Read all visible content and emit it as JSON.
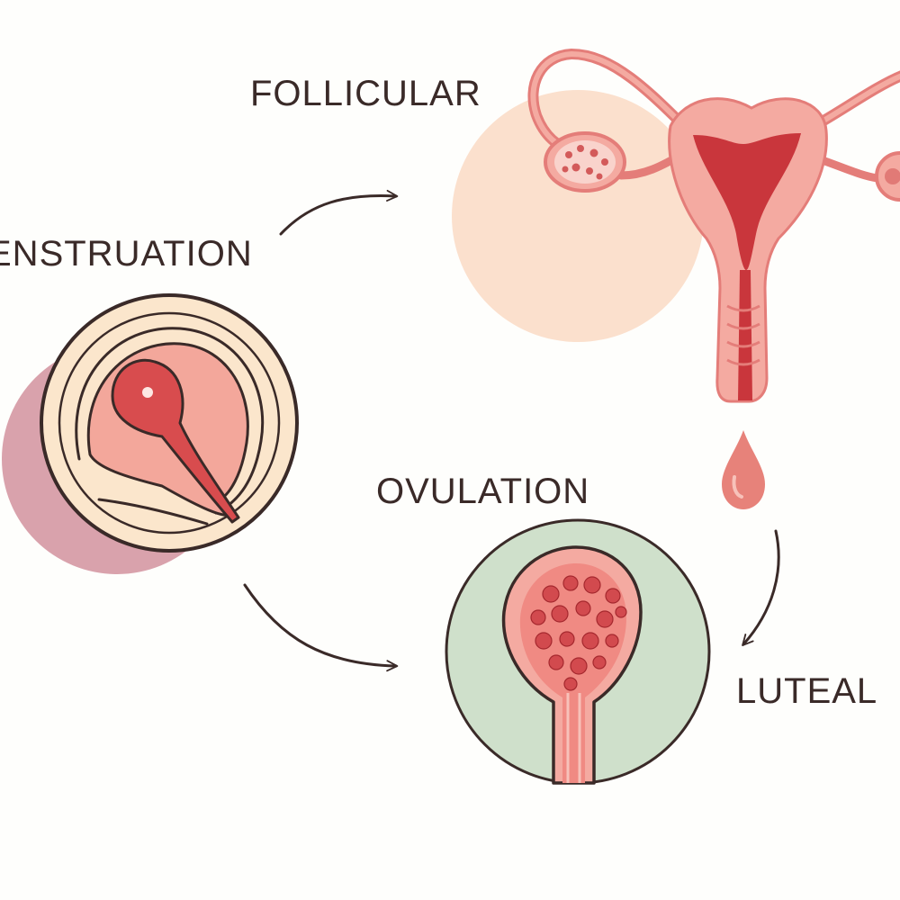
{
  "labels": {
    "follicular": "FOLLICULAR",
    "menstruation": "ENSTRUATION",
    "ovulation": "OVULATION",
    "luteal": "LUTEAL"
  },
  "colors": {
    "background": "#fefefc",
    "outline": "#3a2a28",
    "follicular_disc": "#fbe0cd",
    "menstruation_disc": "#fbe6cc",
    "menstruation_shadow": "#d9a2ac",
    "ovulation_disc": "#cfe0cb",
    "tissue_pink": "#f4aaa1",
    "tissue_red": "#c9363c",
    "blood_drop": "#e7827a"
  },
  "icons": [
    "arrow-icon",
    "uterus-icon",
    "ovary-icon",
    "blood-drop-icon",
    "follicle-icon",
    "corpus-luteum-icon"
  ]
}
